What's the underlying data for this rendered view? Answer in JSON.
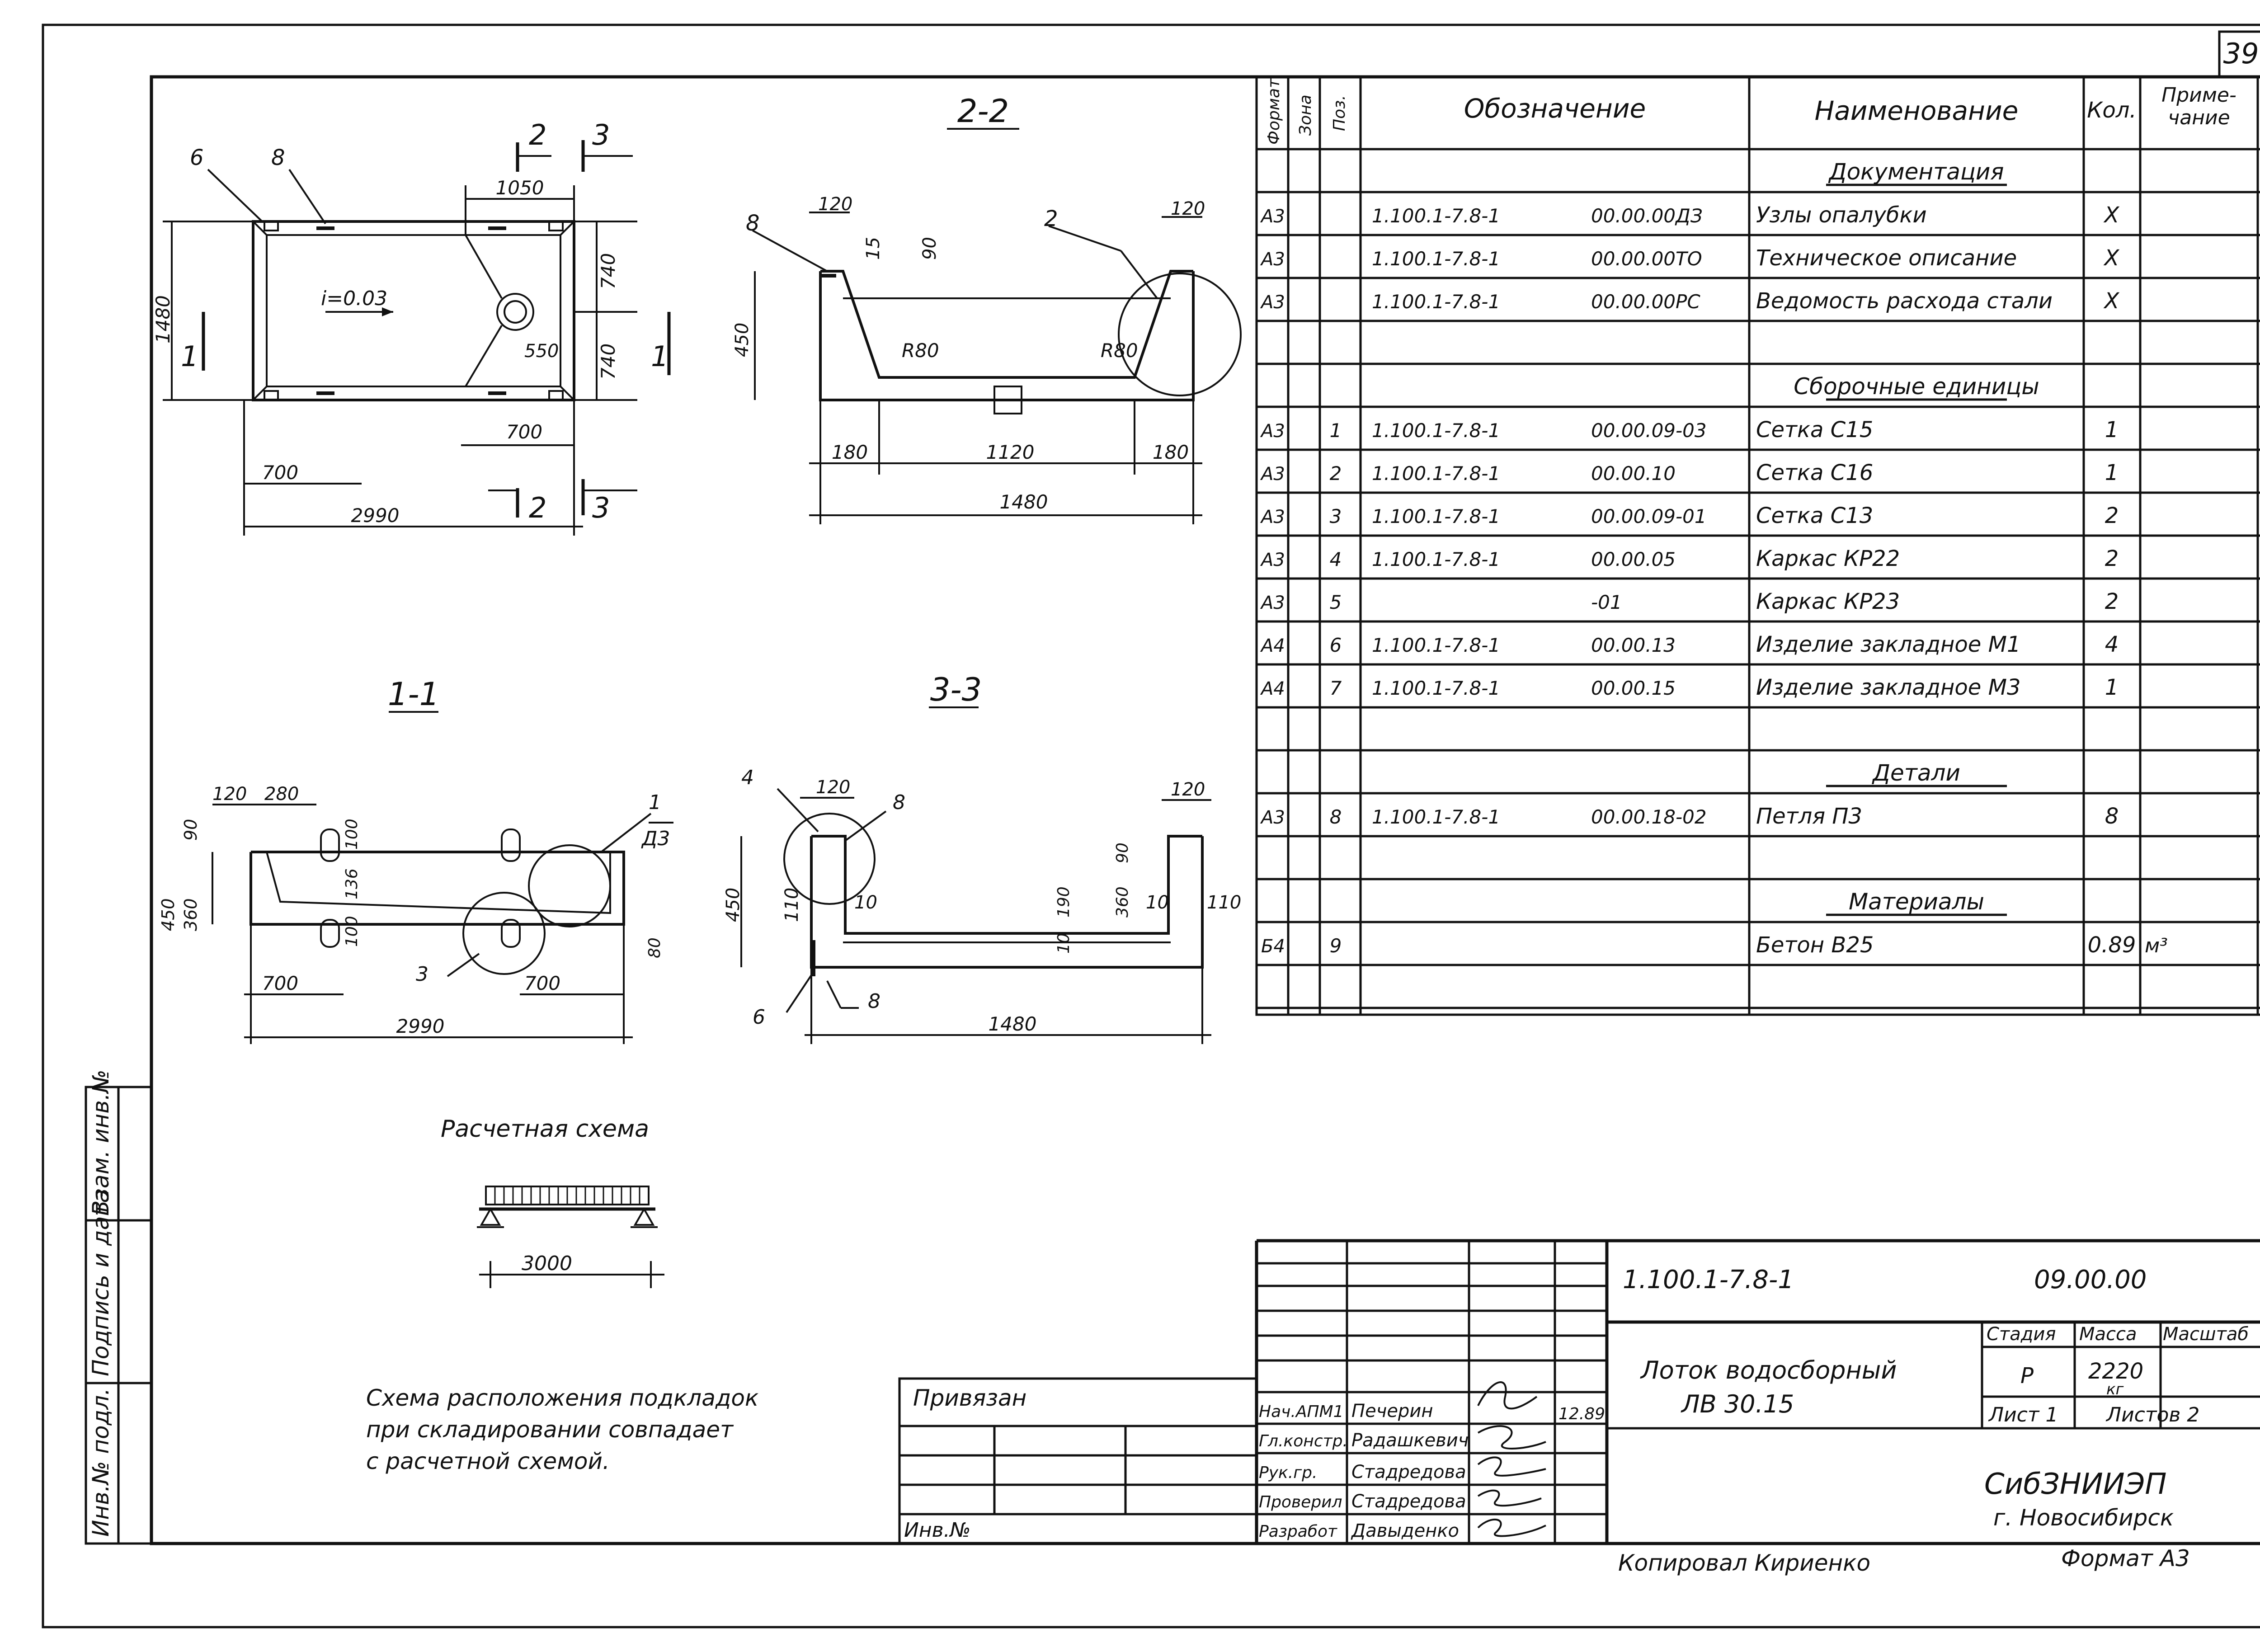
{
  "sheet_number": "39",
  "plan": {
    "dims": [
      "1050",
      "740",
      "740",
      "550",
      "700",
      "700",
      "2990",
      "1480"
    ],
    "slope": "i=0.03",
    "marks": [
      "6",
      "8",
      "2",
      "3",
      "1"
    ]
  },
  "sec22": {
    "title": "2-2",
    "dims": [
      "120",
      "15",
      "90",
      "450",
      "120",
      "180",
      "1120",
      "180",
      "1480"
    ],
    "radii": [
      "R80",
      "R80"
    ],
    "marks": [
      "8",
      "2"
    ]
  },
  "sec11": {
    "title": "1-1",
    "dims": [
      "120",
      "280",
      "90",
      "450",
      "360",
      "100",
      "136",
      "100",
      "80",
      "700",
      "700",
      "2990"
    ],
    "marks": [
      "1",
      "3"
    ],
    "node": "Д3"
  },
  "sec33": {
    "title": "3-3",
    "dims": [
      "120",
      "450",
      "110",
      "10",
      "10",
      "190",
      "360",
      "90",
      "10",
      "110",
      "120",
      "1480"
    ],
    "marks": [
      "4",
      "8",
      "6",
      "8"
    ]
  },
  "calc": {
    "title": "Расчетная   схема",
    "span": "3000"
  },
  "note": [
    "Схема расположения подкладок",
    "при складировании  совпадает",
    "с расчетной   схемой."
  ],
  "spec": {
    "headers": [
      "Формат",
      "Зона",
      "Поз.",
      "Обозначение",
      "Наименование",
      "Кол.",
      "Приме-",
      "чание"
    ],
    "rows": [
      {
        "fmt": "",
        "pos": "",
        "d1": "",
        "d2": "",
        "name": "Документация",
        "qty": "",
        "note": "",
        "hdr": true
      },
      {
        "fmt": "А3",
        "pos": "",
        "d1": "1.100.1-7.8-1",
        "d2": "00.00.00ДЗ",
        "name": "Узлы опалубки",
        "qty": "X",
        "note": ""
      },
      {
        "fmt": "А3",
        "pos": "",
        "d1": "1.100.1-7.8-1",
        "d2": "00.00.00ТО",
        "name": "Техническое описание",
        "qty": "X",
        "note": ""
      },
      {
        "fmt": "А3",
        "pos": "",
        "d1": "1.100.1-7.8-1",
        "d2": "00.00.00РС",
        "name": "Ведомость расхода стали",
        "qty": "X",
        "note": ""
      },
      {
        "fmt": "",
        "pos": "",
        "d1": "",
        "d2": "",
        "name": "",
        "qty": "",
        "note": ""
      },
      {
        "fmt": "",
        "pos": "",
        "d1": "",
        "d2": "",
        "name": "Сборочные единицы",
        "qty": "",
        "note": "",
        "hdr": true
      },
      {
        "fmt": "А3",
        "pos": "1",
        "d1": "1.100.1-7.8-1",
        "d2": "00.00.09-03",
        "name": "Сетка С15",
        "qty": "1",
        "note": ""
      },
      {
        "fmt": "А3",
        "pos": "2",
        "d1": "1.100.1-7.8-1",
        "d2": "00.00.10",
        "name": "Сетка С16",
        "qty": "1",
        "note": ""
      },
      {
        "fmt": "А3",
        "pos": "3",
        "d1": "1.100.1-7.8-1",
        "d2": "00.00.09-01",
        "name": "Сетка С13",
        "qty": "2",
        "note": ""
      },
      {
        "fmt": "А3",
        "pos": "4",
        "d1": "1.100.1-7.8-1",
        "d2": "00.00.05",
        "name": "Каркас КР22",
        "qty": "2",
        "note": ""
      },
      {
        "fmt": "А3",
        "pos": "5",
        "d1": "",
        "d2": "-01",
        "name": "Каркас КР23",
        "qty": "2",
        "note": ""
      },
      {
        "fmt": "А4",
        "pos": "6",
        "d1": "1.100.1-7.8-1",
        "d2": "00.00.13",
        "name": "Изделие закладное М1",
        "qty": "4",
        "note": ""
      },
      {
        "fmt": "А4",
        "pos": "7",
        "d1": "1.100.1-7.8-1",
        "d2": "00.00.15",
        "name": "Изделие закладное М3",
        "qty": "1",
        "note": ""
      },
      {
        "fmt": "",
        "pos": "",
        "d1": "",
        "d2": "",
        "name": "",
        "qty": "",
        "note": ""
      },
      {
        "fmt": "",
        "pos": "",
        "d1": "",
        "d2": "",
        "name": "Детали",
        "qty": "",
        "note": "",
        "hdr": true
      },
      {
        "fmt": "А3",
        "pos": "8",
        "d1": "1.100.1-7.8-1",
        "d2": "00.00.18-02",
        "name": "Петля П3",
        "qty": "8",
        "note": ""
      },
      {
        "fmt": "",
        "pos": "",
        "d1": "",
        "d2": "",
        "name": "",
        "qty": "",
        "note": ""
      },
      {
        "fmt": "",
        "pos": "",
        "d1": "",
        "d2": "",
        "name": "Материалы",
        "qty": "",
        "note": "",
        "hdr": true
      },
      {
        "fmt": "Б4",
        "pos": "9",
        "d1": "",
        "d2": "",
        "name": "Бетон  В25",
        "qty": "0.89",
        "note": "м³"
      },
      {
        "fmt": "",
        "pos": "",
        "d1": "",
        "d2": "",
        "name": "",
        "qty": "",
        "note": ""
      }
    ]
  },
  "stamp": {
    "code": "1.100.1-7.8-1",
    "code2": "09.00.00",
    "title1": "Лоток водосборный",
    "title2": "ЛВ 30.15",
    "stage_h": "Стадия",
    "mass_h": "Масса",
    "scale_h": "Масштаб",
    "stage": "Р",
    "mass": "2220",
    "mass_unit": "кг",
    "sheet": "Лист 1",
    "sheets": "Листов 2",
    "org1": "СибЗНИИЭП",
    "org2": "г. Новосибирск",
    "roles": [
      "Нач.АПМ1",
      "Гл.констр.",
      "Рук.гр.",
      "Проверил",
      "Разработ"
    ],
    "names": [
      "Печерин",
      "Радашкевич",
      "Стадредова",
      "Стадредова",
      "Давыденко"
    ],
    "date": "12.89",
    "privyazan": "Привязан",
    "inv": "Инв.№"
  },
  "side": [
    "Инв.№ подл.",
    "Подпись и дата",
    "Взам. инв.№"
  ],
  "footer": {
    "copied": "Копировал  Кириенко",
    "format": "Формат А3"
  }
}
